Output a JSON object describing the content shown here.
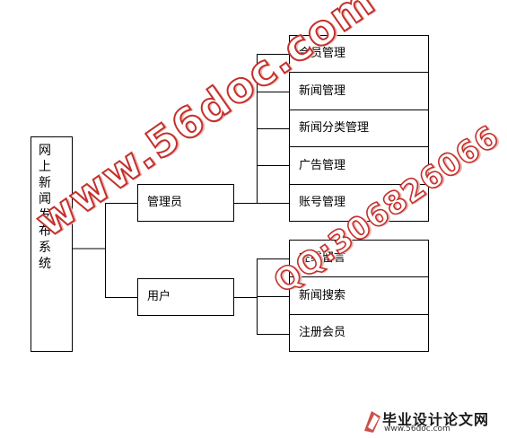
{
  "root": {
    "chars": [
      "网",
      "上",
      "新",
      "闻",
      "发",
      "布",
      "系",
      "统"
    ]
  },
  "admin": {
    "label": "管理员",
    "children": [
      "会员管理",
      "新闻管理",
      "新闻分类管理",
      "广告管理",
      "账号管理"
    ]
  },
  "user": {
    "label": "用户",
    "children": [
      "在线留言",
      "新闻搜索",
      "注册会员"
    ]
  },
  "watermark": {
    "site": "www.56doc.com",
    "qq": "QQ:306826066"
  },
  "logo": {
    "title": "毕业设计论文网",
    "url": "www.56doc.com"
  },
  "colors": {
    "watermark": "#c4302b",
    "line": "#000000"
  }
}
